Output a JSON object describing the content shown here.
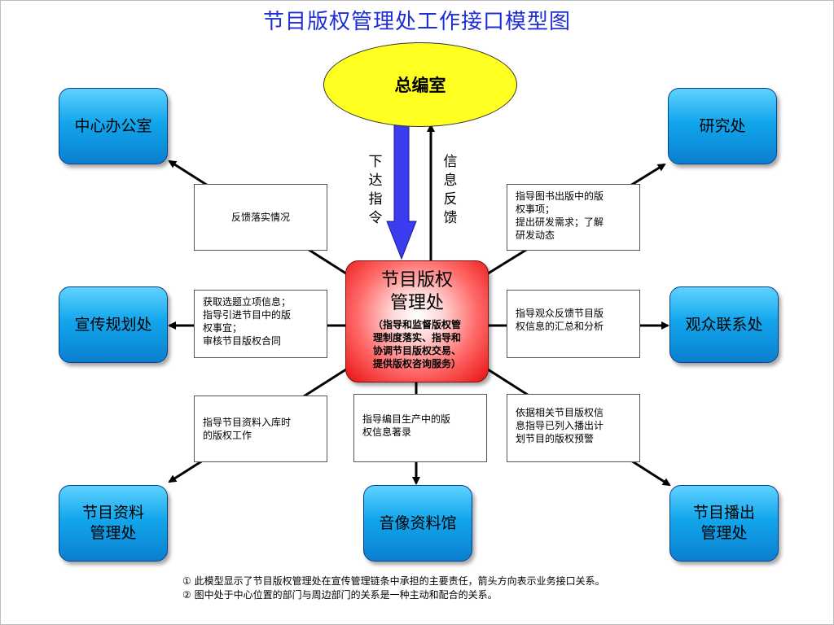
{
  "title": "节目版权管理处工作接口模型图",
  "top_node": "总编室",
  "center": {
    "name": "节目版权\n管理处",
    "description": "（指导和监督版权管\n理制度落实、指导和\n协调节目版权交易、\n提供版权咨询服务）"
  },
  "departments": {
    "center_office": "中心办公室",
    "research": "研究处",
    "publicity": "宣传规划处",
    "audience": "观众联系处",
    "materials": "节目资料\n管理处",
    "av_library": "音像资料馆",
    "broadcast": "节目播出\n管理处"
  },
  "notes": {
    "feedback": "反馈落实情况",
    "research": "指导图书出版中的版\n权事项；\n提出研发需求；了解\n研发动态",
    "publicity": "获取选题立项信息；\n指导引进节目中的版\n权事宜；\n审核节目版权合同",
    "audience": "指导观众反馈节目版\n权信息的汇总和分析",
    "materials": "指导节目资料入库时\n的版权工作",
    "av_library": "指导编目生产中的版\n权信息著录",
    "broadcast": "依据相关节目版权信\n息指导已列入播出计\n划节目的版权预警"
  },
  "vertical_labels": {
    "down": "下\n达\n指\n令",
    "up": "信\n息\n反\n馈"
  },
  "footnotes": [
    "①  此模型显示了节目版权管理处在宣传管理链条中承担的主要责任，箭头方向表示业务接口关系。",
    "②  图中处于中心位置的部门与周边部门的关系是一种主动和配合的关系。"
  ],
  "colors": {
    "title": "#1f2fd6",
    "department_fill": "#12a6ec",
    "top_node_fill": "#ffff22",
    "center_fill": "#ff3b3b",
    "down_arrow": "#3b3bf0"
  }
}
